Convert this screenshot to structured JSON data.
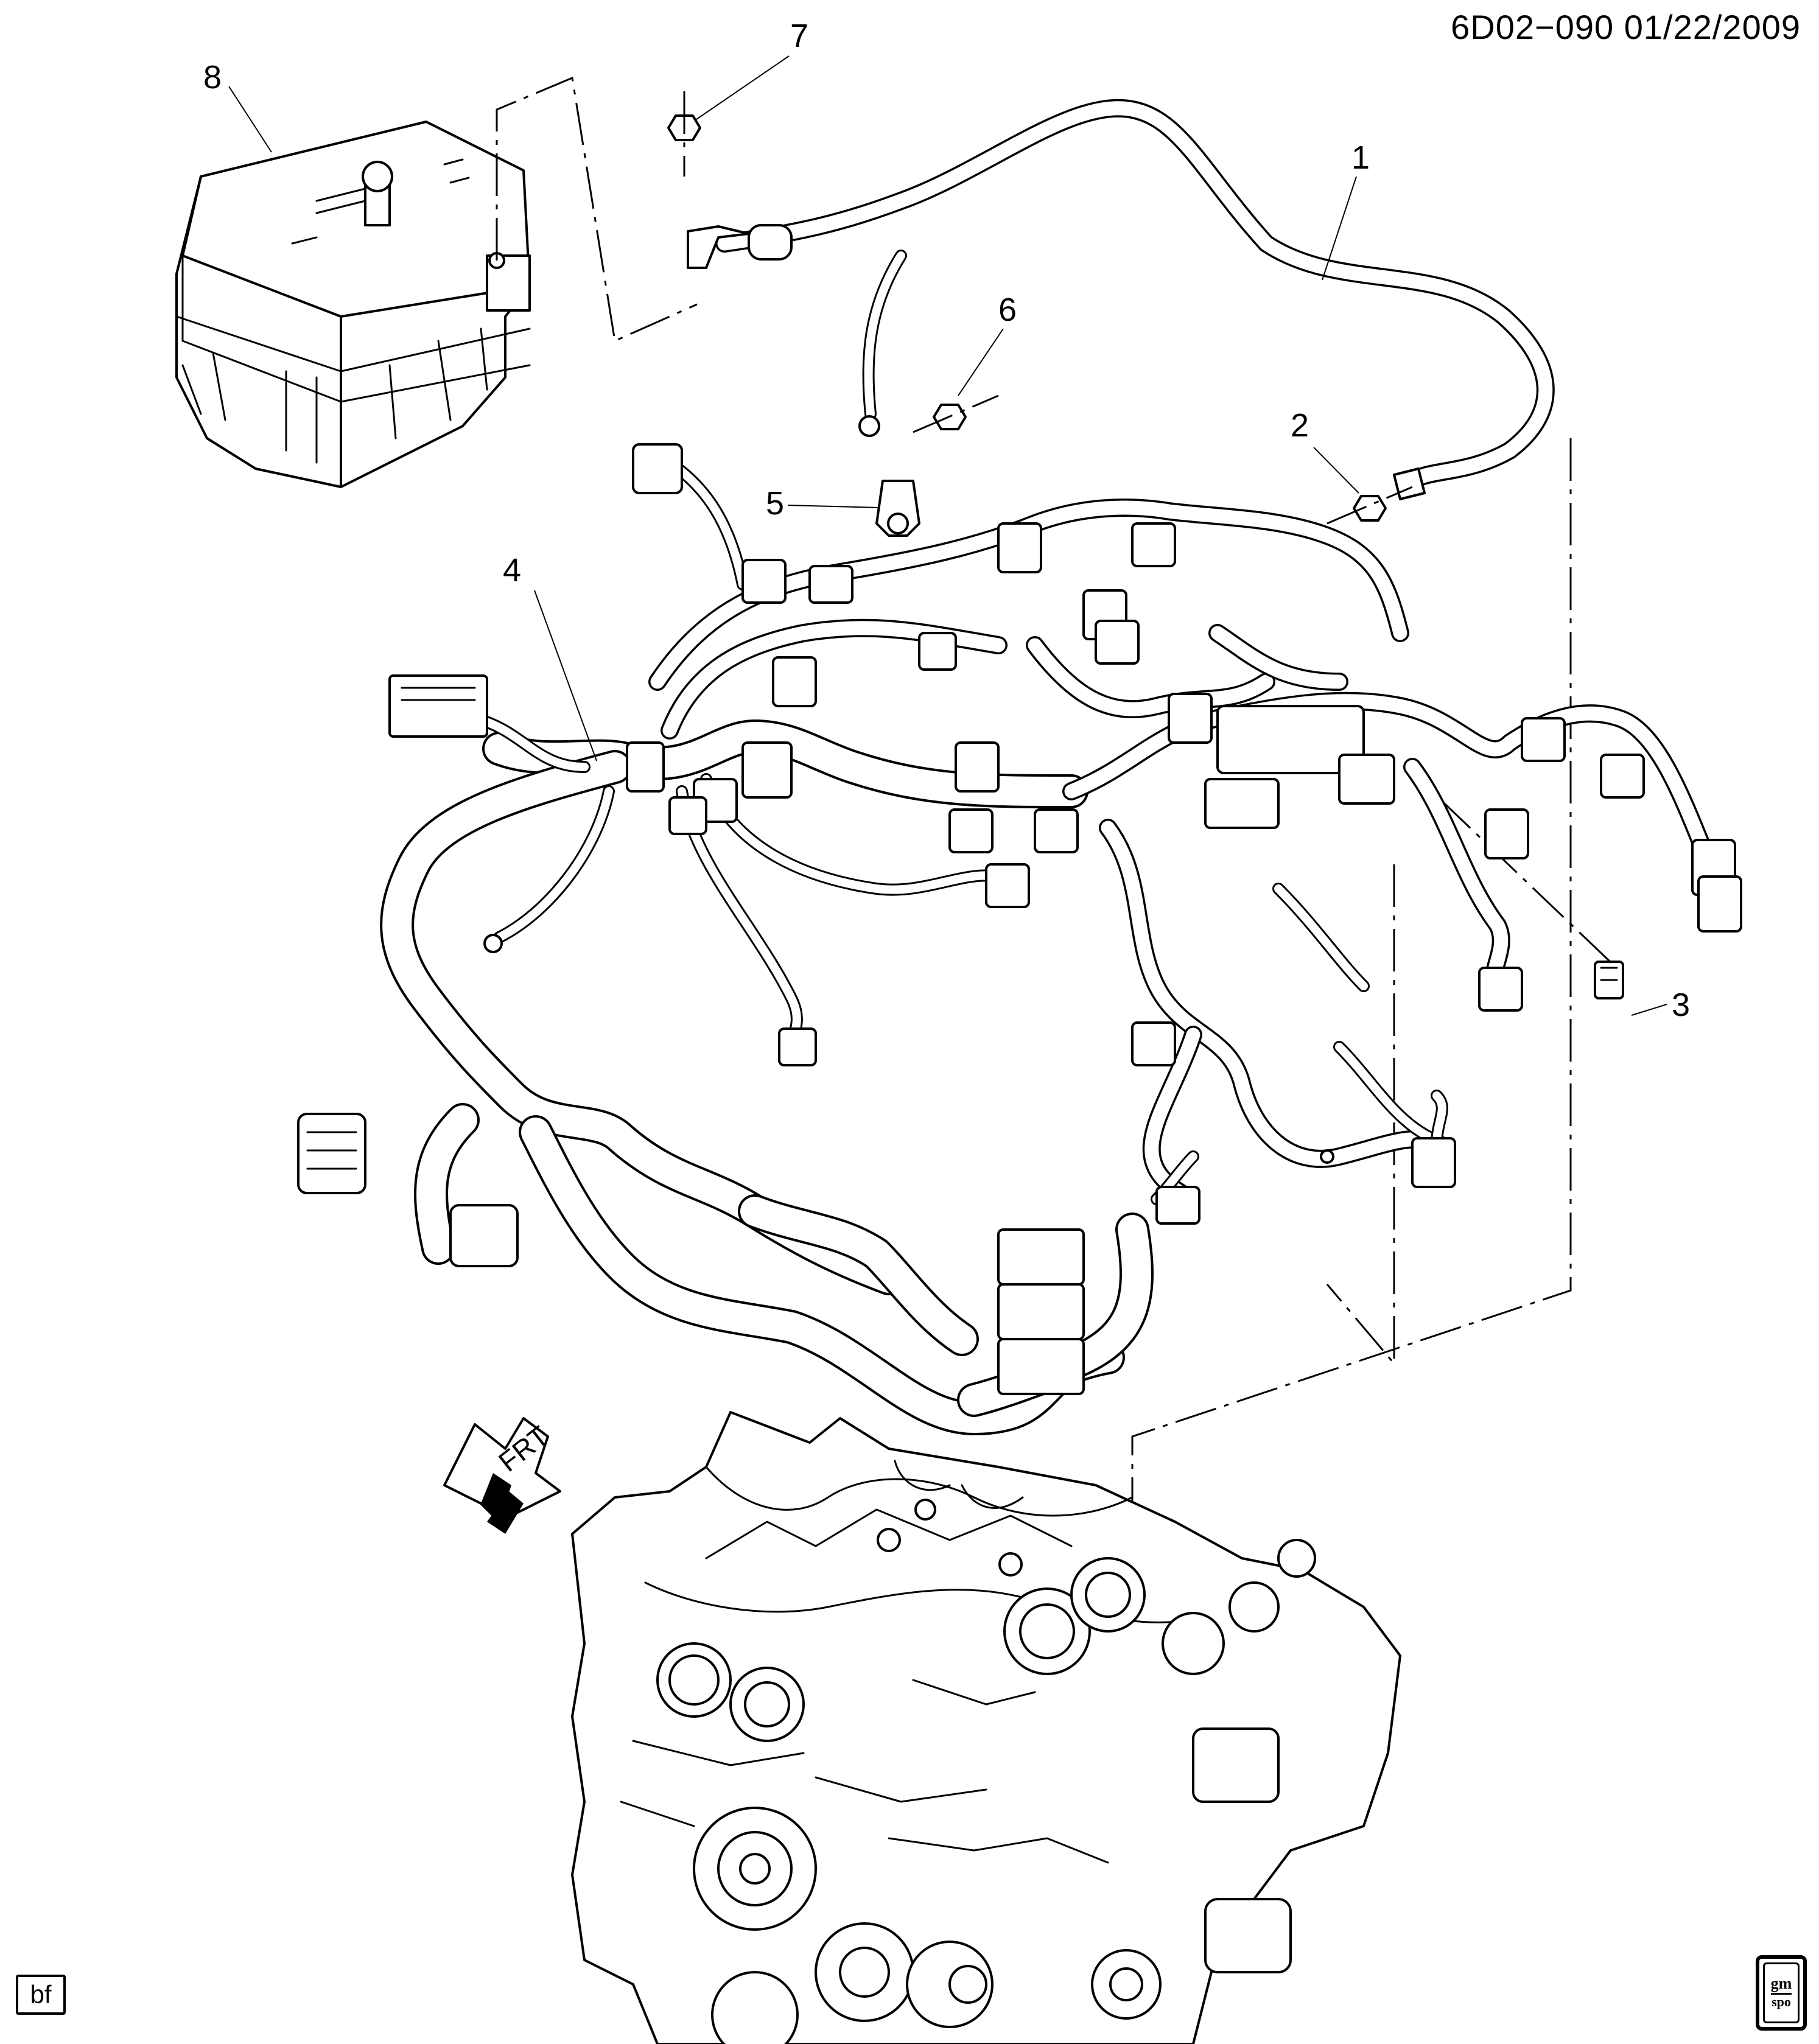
{
  "header": {
    "code": "6D02−090  01/22/2009"
  },
  "callouts": [
    {
      "id": "1",
      "label": "1"
    },
    {
      "id": "2",
      "label": "2"
    },
    {
      "id": "3",
      "label": "3"
    },
    {
      "id": "4",
      "label": "4"
    },
    {
      "id": "5",
      "label": "5"
    },
    {
      "id": "6",
      "label": "6"
    },
    {
      "id": "7",
      "label": "7"
    },
    {
      "id": "8",
      "label": "8"
    }
  ],
  "front_arrow": {
    "label": "FRT"
  },
  "footer": {
    "bf_label": "bf",
    "logo_top": "gm",
    "logo_bottom": "spo"
  }
}
